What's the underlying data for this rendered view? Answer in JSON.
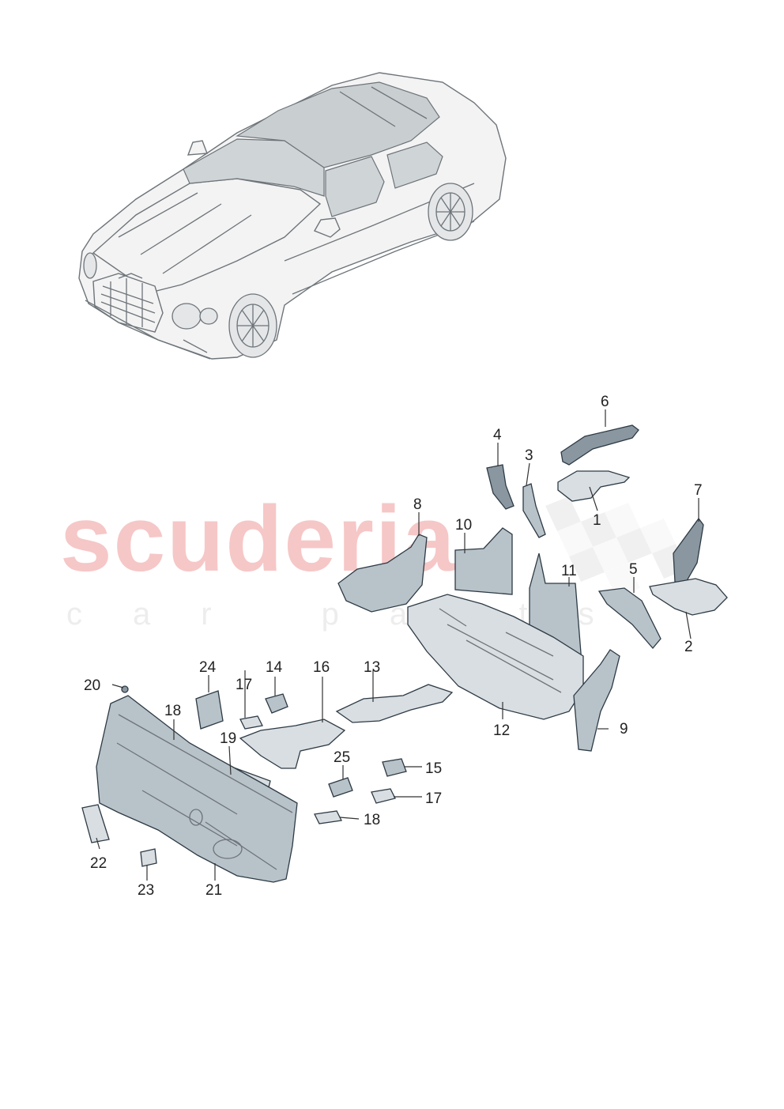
{
  "watermark": {
    "brand": "scuderia",
    "tagline": "car parts"
  },
  "callouts": {
    "c1": "1",
    "c2": "2",
    "c3": "3",
    "c4": "4",
    "c5": "5",
    "c6": "6",
    "c7": "7",
    "c8": "8",
    "c9": "9",
    "c10": "10",
    "c11": "11",
    "c12": "12",
    "c13": "13",
    "c14": "14",
    "c15": "15",
    "c16": "16",
    "c17a": "17",
    "c17b": "17",
    "c18a": "18",
    "c18b": "18",
    "c19": "19",
    "c20": "20",
    "c21": "21",
    "c22": "22",
    "c23": "23",
    "c24": "24",
    "c25": "25"
  },
  "colors": {
    "watermark_red": "#f6c7c7",
    "part_fill": "#d9dee2",
    "part_stroke": "#2d3a44",
    "car_fill": "#f3f3f3"
  }
}
